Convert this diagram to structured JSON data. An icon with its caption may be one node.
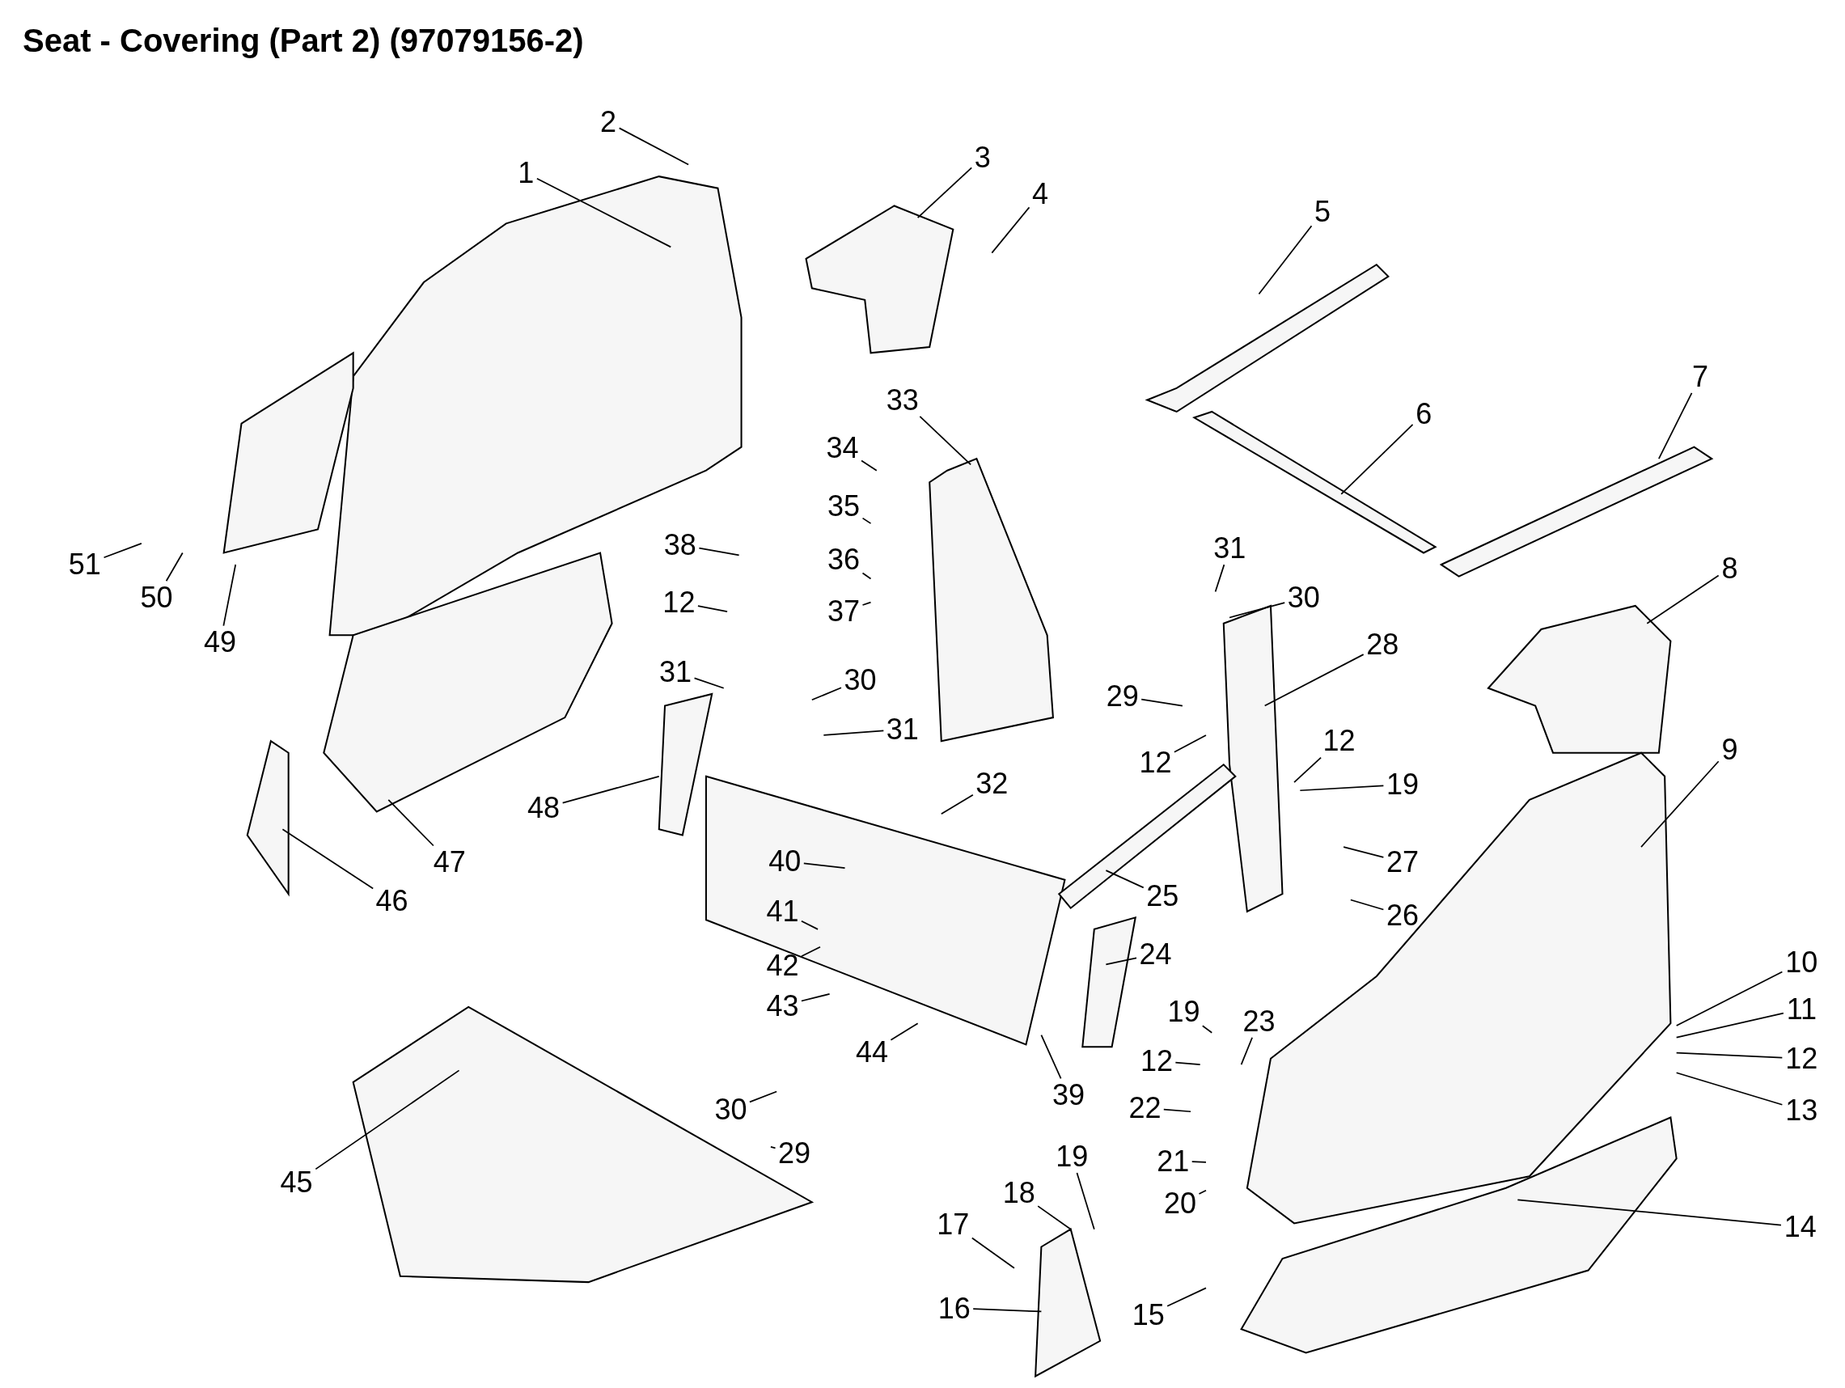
{
  "diagram": {
    "title": "Seat - Covering (Part 2) (97079156-2)",
    "nodes": [
      {
        "text": [
          "1"
        ]
      },
      {
        "text": [
          "2"
        ]
      },
      {
        "text": [
          "3"
        ]
      },
      {
        "text": [
          "4"
        ]
      },
      {
        "text": [
          "5"
        ]
      },
      {
        "text": [
          "6"
        ]
      },
      {
        "text": [
          "7"
        ]
      },
      {
        "text": [
          "8"
        ]
      },
      {
        "text": [
          "9"
        ]
      },
      {
        "text": [
          "10"
        ]
      },
      {
        "text": [
          "11"
        ]
      },
      {
        "text": [
          "12"
        ]
      },
      {
        "text": [
          "13"
        ]
      },
      {
        "text": [
          "14"
        ]
      },
      {
        "text": [
          "15"
        ]
      },
      {
        "text": [
          "16"
        ]
      },
      {
        "text": [
          "17"
        ]
      },
      {
        "text": [
          "18"
        ]
      },
      {
        "text": [
          "19"
        ]
      },
      {
        "text": [
          "20"
        ]
      },
      {
        "text": [
          "21"
        ]
      },
      {
        "text": [
          "22"
        ]
      },
      {
        "text": [
          "12"
        ]
      },
      {
        "text": [
          "19"
        ]
      },
      {
        "text": [
          "23"
        ]
      },
      {
        "text": [
          "24"
        ]
      },
      {
        "text": [
          "25"
        ]
      },
      {
        "text": [
          "26"
        ]
      },
      {
        "text": [
          "27"
        ]
      },
      {
        "text": [
          "19"
        ]
      },
      {
        "text": [
          "12"
        ]
      },
      {
        "text": [
          "28"
        ]
      },
      {
        "text": [
          "29"
        ]
      },
      {
        "text": [
          "12"
        ]
      },
      {
        "text": [
          "30"
        ]
      },
      {
        "text": [
          "31"
        ]
      },
      {
        "text": [
          "33"
        ]
      },
      {
        "text": [
          "34"
        ]
      },
      {
        "text": [
          "35"
        ]
      },
      {
        "text": [
          "36"
        ]
      },
      {
        "text": [
          "37"
        ]
      },
      {
        "text": [
          "38"
        ]
      },
      {
        "text": [
          "12"
        ]
      },
      {
        "text": [
          "31"
        ]
      },
      {
        "text": [
          "30"
        ]
      },
      {
        "text": [
          "31"
        ]
      },
      {
        "text": [
          "32"
        ]
      },
      {
        "text": [
          "48"
        ]
      },
      {
        "text": [
          "47"
        ]
      },
      {
        "text": [
          "46"
        ]
      },
      {
        "text": [
          "49"
        ]
      },
      {
        "text": [
          "50"
        ]
      },
      {
        "text": [
          "51"
        ]
      },
      {
        "text": [
          "40"
        ]
      },
      {
        "text": [
          "41"
        ]
      },
      {
        "text": [
          "42"
        ]
      },
      {
        "text": [
          "43"
        ]
      },
      {
        "text": [
          "44"
        ]
      },
      {
        "text": [
          "45"
        ]
      },
      {
        "text": [
          "30"
        ]
      },
      {
        "text": [
          "29"
        ]
      },
      {
        "text": [
          "39"
        ]
      }
    ],
    "edges": [
      {
        "from": 0,
        "to": null,
        "arrow": "none"
      },
      {
        "from": 1,
        "to": null,
        "arrow": "none"
      },
      {
        "from": 2,
        "to": null,
        "arrow": "none"
      },
      {
        "from": 3,
        "to": null,
        "arrow": "none"
      },
      {
        "from": 4,
        "to": null,
        "arrow": "none"
      },
      {
        "from": 5,
        "to": null,
        "arrow": "none"
      },
      {
        "from": 6,
        "to": null,
        "arrow": "none"
      },
      {
        "from": 7,
        "to": null,
        "arrow": "none"
      },
      {
        "from": 8,
        "to": null,
        "arrow": "none"
      },
      {
        "from": 9,
        "to": null,
        "arrow": "none"
      },
      {
        "from": 10,
        "to": null,
        "arrow": "none"
      },
      {
        "from": 11,
        "to": null,
        "arrow": "none"
      },
      {
        "from": 12,
        "to": null,
        "arrow": "none"
      },
      {
        "from": 13,
        "to": null,
        "arrow": "none"
      },
      {
        "from": 14,
        "to": null,
        "arrow": "none"
      },
      {
        "from": 15,
        "to": null,
        "arrow": "none"
      },
      {
        "from": 16,
        "to": null,
        "arrow": "none"
      },
      {
        "from": 17,
        "to": null,
        "arrow": "none"
      },
      {
        "from": 18,
        "to": null,
        "arrow": "none"
      },
      {
        "from": 19,
        "to": null,
        "arrow": "none"
      },
      {
        "from": 20,
        "to": null,
        "arrow": "none"
      },
      {
        "from": 21,
        "to": null,
        "arrow": "none"
      },
      {
        "from": 22,
        "to": null,
        "arrow": "none"
      },
      {
        "from": 23,
        "to": null,
        "arrow": "none"
      },
      {
        "from": 24,
        "to": null,
        "arrow": "none"
      },
      {
        "from": 25,
        "to": null,
        "arrow": "none"
      },
      {
        "from": 26,
        "to": null,
        "arrow": "none"
      },
      {
        "from": 27,
        "to": null,
        "arrow": "none"
      },
      {
        "from": 28,
        "to": null,
        "arrow": "none"
      },
      {
        "from": 29,
        "to": null,
        "arrow": "none"
      },
      {
        "from": 30,
        "to": null,
        "arrow": "none"
      },
      {
        "from": 31,
        "to": null,
        "arrow": "none"
      },
      {
        "from": 32,
        "to": null,
        "arrow": "none"
      },
      {
        "from": 33,
        "to": null,
        "arrow": "none"
      },
      {
        "from": 34,
        "to": null,
        "arrow": "none"
      },
      {
        "from": 35,
        "to": null,
        "arrow": "none"
      },
      {
        "from": 36,
        "to": null,
        "arrow": "none"
      },
      {
        "from": 37,
        "to": null,
        "arrow": "none"
      },
      {
        "from": 38,
        "to": null,
        "arrow": "none"
      },
      {
        "from": 39,
        "to": null,
        "arrow": "none"
      },
      {
        "from": 40,
        "to": null,
        "arrow": "none"
      },
      {
        "from": 41,
        "to": null,
        "arrow": "none"
      },
      {
        "from": 42,
        "to": null,
        "arrow": "none"
      },
      {
        "from": 43,
        "to": null,
        "arrow": "none"
      },
      {
        "from": 44,
        "to": null,
        "arrow": "none"
      },
      {
        "from": 45,
        "to": null,
        "arrow": "none"
      },
      {
        "from": 46,
        "to": null,
        "arrow": "none"
      },
      {
        "from": 47,
        "to": null,
        "arrow": "none"
      },
      {
        "from": 48,
        "to": null,
        "arrow": "none"
      },
      {
        "from": 49,
        "to": null,
        "arrow": "none"
      },
      {
        "from": 50,
        "to": null,
        "arrow": "none"
      },
      {
        "from": 51,
        "to": null,
        "arrow": "none"
      },
      {
        "from": 52,
        "to": null,
        "arrow": "none"
      },
      {
        "from": 53,
        "to": null,
        "arrow": "none"
      },
      {
        "from": 54,
        "to": null,
        "arrow": "none"
      },
      {
        "from": 55,
        "to": null,
        "arrow": "none"
      },
      {
        "from": 56,
        "to": null,
        "arrow": "none"
      },
      {
        "from": 57,
        "to": null,
        "arrow": "none"
      },
      {
        "from": 58,
        "to": null,
        "arrow": "none"
      },
      {
        "from": 59,
        "to": null,
        "arrow": "none"
      },
      {
        "from": 60,
        "to": null,
        "arrow": "none"
      },
      {
        "from": 61,
        "to": null,
        "arrow": "none"
      }
    ]
  }
}
